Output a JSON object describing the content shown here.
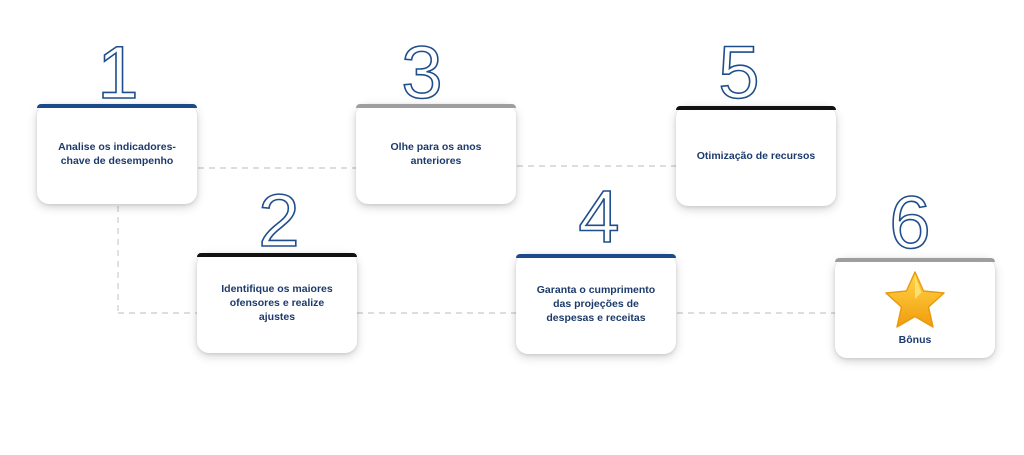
{
  "colors": {
    "blue": "#1a4a8a",
    "gray": "#9e9e9e",
    "black": "#111111",
    "number_outline": "#1f4e8c",
    "text": "#1c3a6b",
    "star": "#f7b718"
  },
  "steps": [
    {
      "number": "1",
      "label": "Analise os indicadores-chave de desempenho",
      "accent": "blue"
    },
    {
      "number": "2",
      "label": "Identifique os maiores ofensores e realize ajustes",
      "accent": "black"
    },
    {
      "number": "3",
      "label": "Olhe para os anos anteriores",
      "accent": "gray"
    },
    {
      "number": "4",
      "label": "Garanta o cumprimento das projeções de despesas e receitas",
      "accent": "blue"
    },
    {
      "number": "5",
      "label": "Otimização de recursos",
      "accent": "black"
    },
    {
      "number": "6",
      "label": "Bônus",
      "accent": "gray",
      "icon": "star-icon"
    }
  ]
}
